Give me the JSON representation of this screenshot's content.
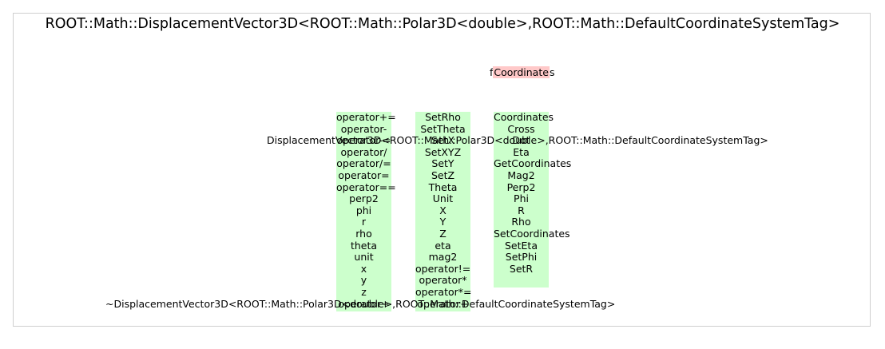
{
  "diagram": {
    "title": "ROOT::Math::DisplacementVector3D<ROOT::Math::Polar3D<double>,ROOT::Math::DefaultCoordinateSystemTag>",
    "member_prefix": "f",
    "member_highlight": "Coordinate",
    "member_suffix": "s",
    "constructor": "DisplacementVector3D<ROOT::Math::Polar3D<double>,ROOT::Math::DefaultCoordinateSystemTag>",
    "destructor": "~DisplacementVector3D<ROOT::Math::Polar3D<double>,ROOT::Math::DefaultCoordinateSystemTag>",
    "column1": [
      "operator+=",
      "operator-",
      "operator-=",
      "operator/",
      "operator/=",
      "operator=",
      "operator==",
      "perp2",
      "phi",
      "r",
      "rho",
      "theta",
      "unit",
      "x",
      "y",
      "z",
      "operator+"
    ],
    "column2": [
      "SetRho",
      "SetTheta",
      "SetX",
      "SetXYZ",
      "SetY",
      "SetZ",
      "Theta",
      "Unit",
      "X",
      "Y",
      "Z",
      "eta",
      "mag2",
      "operator!=",
      "operator*",
      "operator*=",
      "operator+"
    ],
    "column3": [
      "Coordinates",
      "Cross",
      "Dot",
      "Eta",
      "GetCoordinates",
      "Mag2",
      "Perp2",
      "Phi",
      "R",
      "Rho",
      "SetCoordinates",
      "SetEta",
      "SetPhi",
      "SetR"
    ]
  }
}
